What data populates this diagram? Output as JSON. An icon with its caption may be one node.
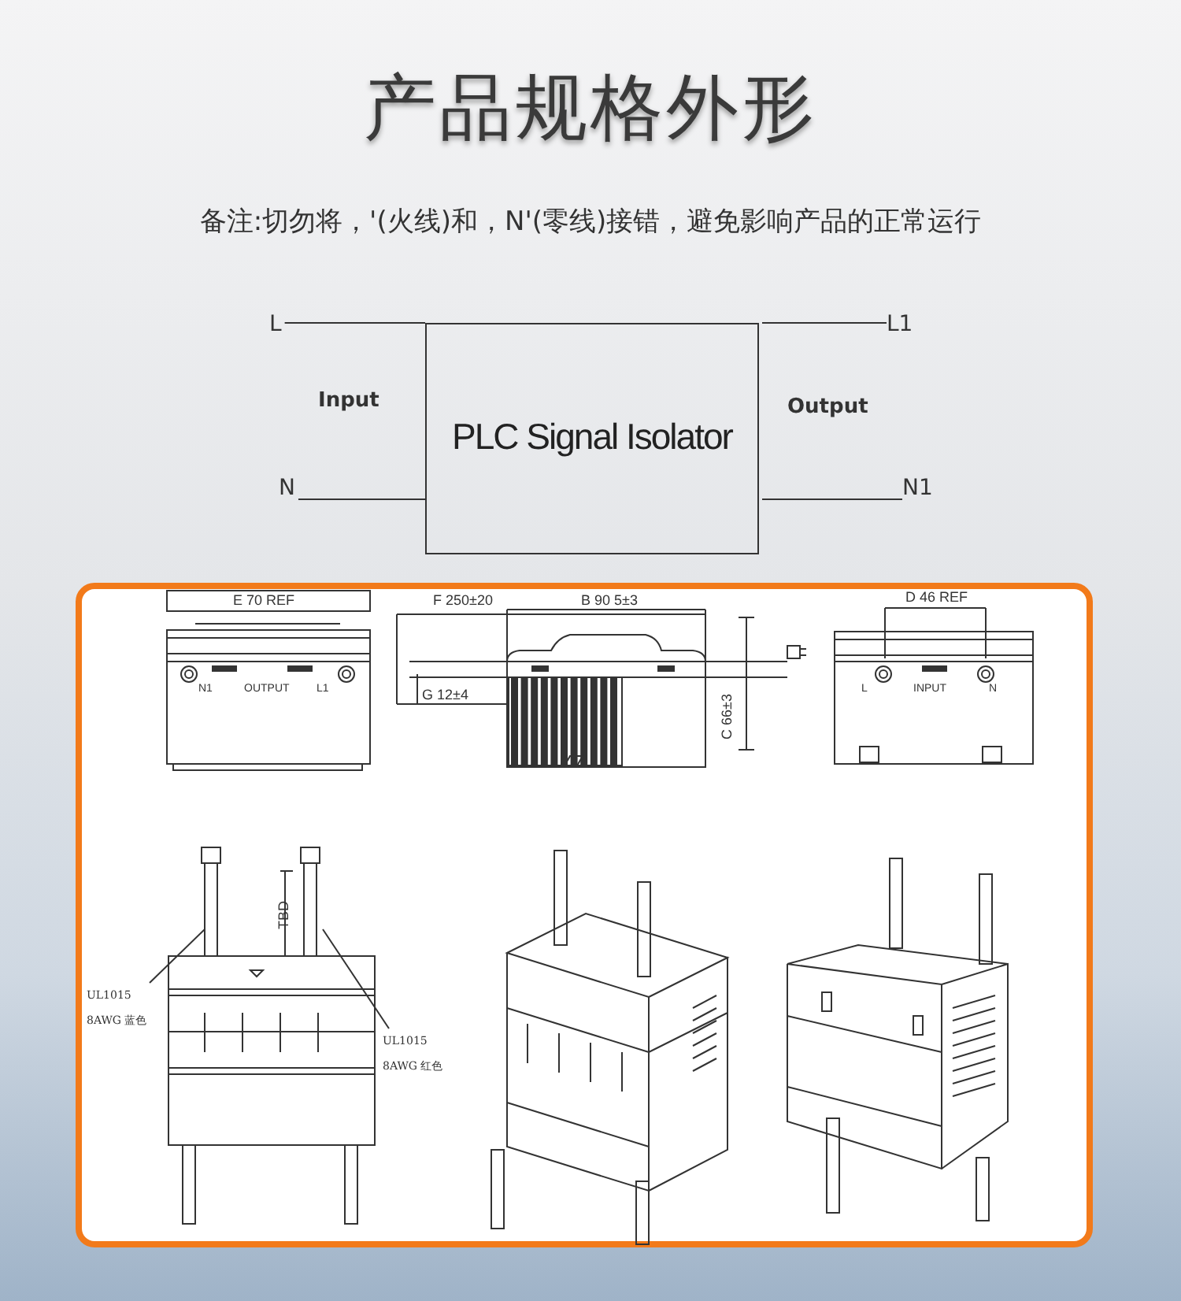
{
  "diagram": {
    "title": "产品规格外形",
    "caption": "备注:切勿将，'(火线)和，N'(零线)接错，避免影响产品的正常运行",
    "nodes": [
      {
        "text": [
          "PLC Signal Isolator"
        ]
      },
      {
        "text": [
          "L"
        ]
      },
      {
        "text": [
          "N"
        ]
      },
      {
        "text": [
          "L1"
        ]
      },
      {
        "text": [
          "N1"
        ]
      },
      {
        "text": [
          "UL1015 8AWG 蓝色"
        ]
      },
      {
        "text": [
          "UL1015 8AWG 红色"
        ]
      }
    ],
    "edges": [
      {
        "from": 1,
        "to": 0,
        "arrow": "none"
      },
      {
        "from": 2,
        "to": 0,
        "arrow": "none"
      },
      {
        "from": 0,
        "to": 3,
        "arrow": "none"
      },
      {
        "from": 0,
        "to": 4,
        "arrow": "none"
      },
      {
        "from": 5,
        "to": null,
        "arrow": "none"
      },
      {
        "from": 6,
        "to": null,
        "arrow": "none"
      }
    ],
    "labels": [
      "Input",
      "Output",
      "E 70 REF",
      "N1",
      "OUTPUT",
      "L1",
      "F 250±20",
      "B 90 5±3",
      "G 12±4",
      "C 66±3",
      "D 46 REF",
      "L",
      "INPUT",
      "N",
      "TBD"
    ]
  }
}
